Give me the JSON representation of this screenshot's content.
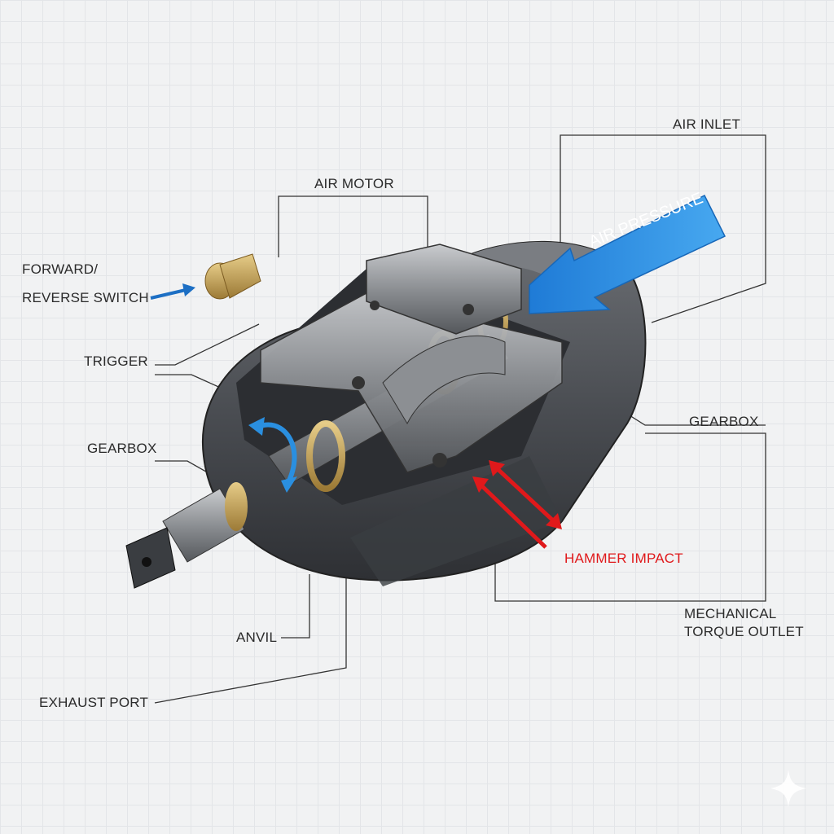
{
  "labels": {
    "air_inlet": "AIR INLET",
    "air_motor": "AIR MOTOR",
    "forward_reverse_line1": "FORWARD/",
    "forward_reverse_line2": "REVERSE SWITCH",
    "trigger": "TRIGGER",
    "gearbox_left": "GEARBOX",
    "gearbox_right": "GEARBOX",
    "hammer_impact": "HAMMER IMPACT",
    "torque_line1": "MECHANICAL",
    "torque_line2": "TORQUE OUTLET",
    "anvil": "ANVIL",
    "exhaust_port": "EXHAUST PORT",
    "air_pressure": "AIR PRESSURE"
  },
  "colors": {
    "air_pressure_arrow": "#2a8fe0",
    "hammer_arrow": "#e0191b",
    "switch_arrow": "#1c6fc4",
    "body": "#4a4d52",
    "brass": "#c9a55a"
  }
}
